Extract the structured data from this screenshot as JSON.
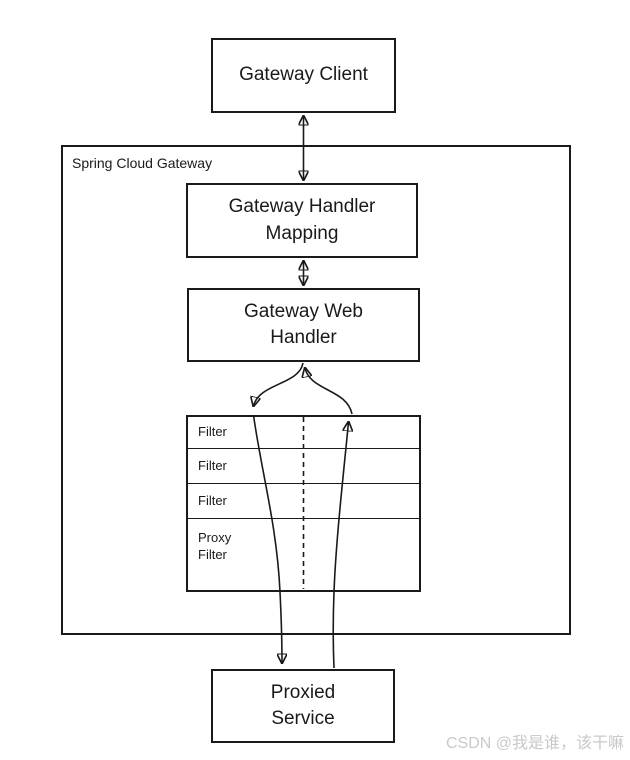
{
  "diagram": {
    "client": {
      "label": "Gateway Client"
    },
    "container": {
      "label": "Spring Cloud Gateway"
    },
    "handler_mapping": {
      "label": "Gateway Handler Mapping"
    },
    "web_handler": {
      "label": "Gateway Web Handler"
    },
    "filter_chain": {
      "rows": [
        "Filter",
        "Filter",
        "Filter",
        "Proxy Filter"
      ]
    },
    "proxied_service": {
      "label": "Proxied Service"
    },
    "watermark": {
      "label": "CSDN @我是谁，该干嘛"
    },
    "colors": {
      "line": "#1a1a1a",
      "box_border": "#1a1a1a",
      "watermark": "#c9c9c9",
      "background": "#ffffff"
    }
  }
}
